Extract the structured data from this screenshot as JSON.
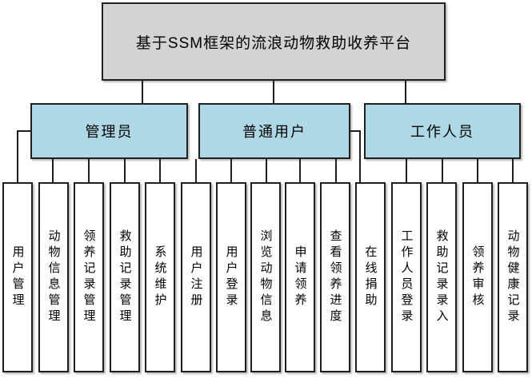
{
  "diagram": {
    "type": "hierarchy-org-chart",
    "root_label": "基于SSM框架的流浪动物救助收养平台",
    "branches": [
      {
        "label": "管理员",
        "children": [
          "用户管理",
          "动物信息管理",
          "领养记录管理",
          "救助记录管理",
          "系统维护"
        ]
      },
      {
        "label": "普通用户",
        "children": [
          "用户注册",
          "用户登录",
          "浏览动物信息",
          "申请领养",
          "查看领养进度",
          "在线捐助"
        ]
      },
      {
        "label": "工作人员",
        "children": [
          "工作人员登录",
          "救助记录录入",
          "领养审核",
          "动物健康记录"
        ]
      }
    ],
    "colors": {
      "root_fill": "#d3d3d3",
      "branch_fill": "#aed8e6",
      "leaf_fill": "#ffffff",
      "border": "#1f1f1f",
      "background": "#ffffff"
    }
  }
}
